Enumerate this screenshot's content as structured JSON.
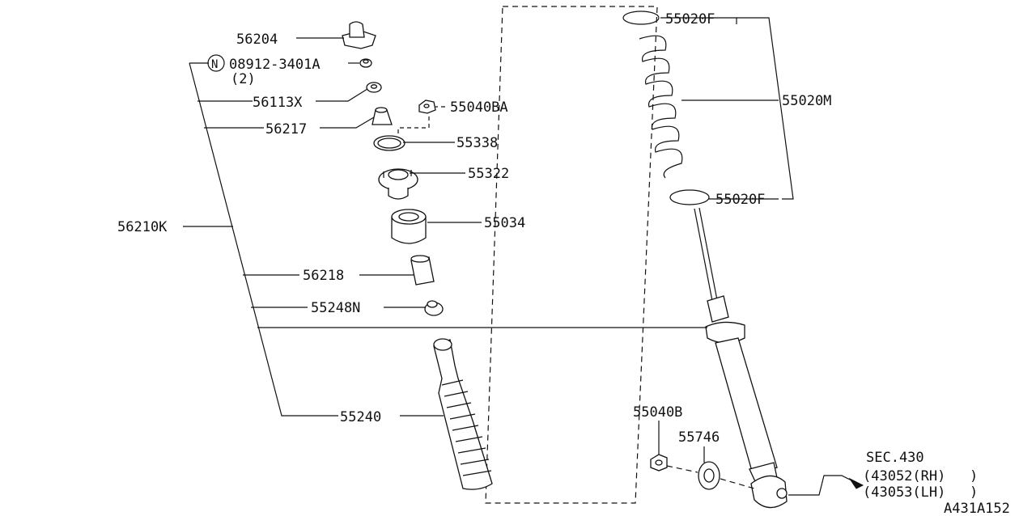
{
  "diagram": {
    "code": "A431A152",
    "note_symbol": "N",
    "labels": {
      "l56204": "56204",
      "l08912": "08912-3401A",
      "l08912_qty": "(2)",
      "l56113x": "56113X",
      "l56217": "56217",
      "l55040ba": "55040BA",
      "l55338": "55338",
      "l55322": "55322",
      "l55034": "55034",
      "l56210k": "56210K",
      "l56218": "56218",
      "l55248n": "55248N",
      "l55240": "55240",
      "l55020f_top": "55020F",
      "l55020m": "55020M",
      "l55020f_bot": "55020F",
      "l55040b": "55040B",
      "l55746": "55746"
    },
    "section": {
      "ref": "SEC.430",
      "rh": "(43052(RH)",
      "lh": "(43053(LH)"
    }
  }
}
